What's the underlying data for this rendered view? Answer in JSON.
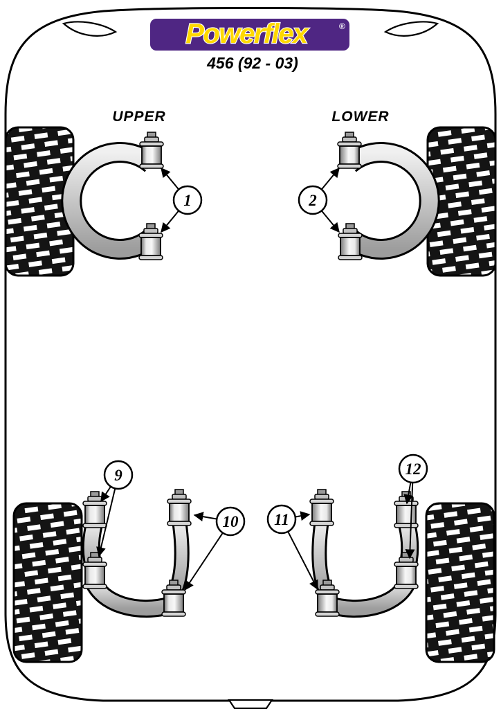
{
  "brand": {
    "logo_text": "Powerflex",
    "registered_mark": "®",
    "purple_hex": "#4F2683",
    "yellow_hex": "#FFD900"
  },
  "title": "456 (92 - 03)",
  "labels": {
    "upper": "UPPER",
    "lower": "LOWER"
  },
  "callouts": [
    "1",
    "2",
    "9",
    "10",
    "11",
    "12"
  ]
}
